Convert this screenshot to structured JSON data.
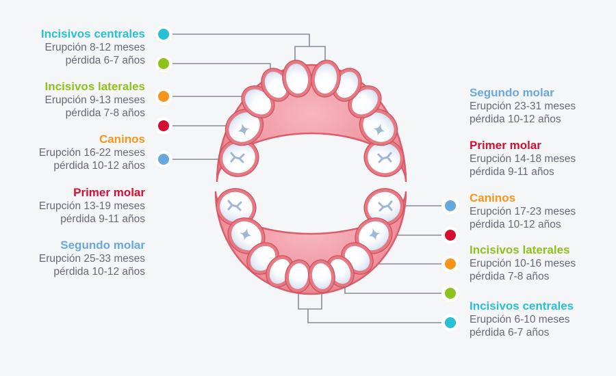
{
  "page": {
    "background_color": "#F5F6F7",
    "connector_line_color": "#868C96",
    "body_text_color": "#646B76"
  },
  "left_labels": [
    {
      "title": "Incisivos centrales",
      "eruption": "Erupción 8-12 meses",
      "loss": "pérdida 6-7 años",
      "color": "#29BFD4"
    },
    {
      "title": "Incisivos laterales",
      "eruption": "Erupción 9-13 meses",
      "loss": "pérdida 7-8 años",
      "color": "#8DC11C"
    },
    {
      "title": "Caninos",
      "eruption": "Erupción 16-22 meses",
      "loss": "pérdida 10-12 años",
      "color": "#F7941E"
    },
    {
      "title": "Primer molar",
      "eruption": "Erupción 13-19 meses",
      "loss": "pérdida 9-11 años",
      "color": "#D60D32"
    },
    {
      "title": "Segundo molar",
      "eruption": "Erupción 25-33 meses",
      "loss": "pérdida 10-12 años",
      "color": "#68A8DF"
    }
  ],
  "right_labels": [
    {
      "title": "Segundo molar",
      "eruption": "Erupción 23-31 meses",
      "loss": "pérdida 10-12 años",
      "color": "#68A8DF"
    },
    {
      "title": "Primer molar",
      "eruption": "Erupción 14-18 meses",
      "loss": "pérdida 9-11 años",
      "color": "#D60D32"
    },
    {
      "title": "Caninos",
      "eruption": "Erupción 17-23 meses",
      "loss": "pérdida 10-12 años",
      "color": "#F7941E"
    },
    {
      "title": "Incisivos laterales",
      "eruption": "Erupción 10-16 meses",
      "loss": "pérdida 7-8 años",
      "color": "#8DC11C"
    },
    {
      "title": "Incisivos centrales",
      "eruption": "Erupción 6-10 meses",
      "loss": "pérdida 6-7 años",
      "color": "#29BFD4"
    }
  ],
  "left_dots": [
    "#29BFD4",
    "#8DC11C",
    "#F7941E",
    "#D60D32",
    "#68A8DF"
  ],
  "right_dots": [
    "#68A8DF",
    "#D60D32",
    "#F7941E",
    "#8DC11C",
    "#29BFD4"
  ],
  "illustration": {
    "gum_color": "#EC8792",
    "gum_rim_color": "#D95D6A",
    "tooth_ring_color": "#E57984",
    "tooth_shading_color": "#B4C8DF",
    "molar_mark_color": "#9FB7D4"
  }
}
